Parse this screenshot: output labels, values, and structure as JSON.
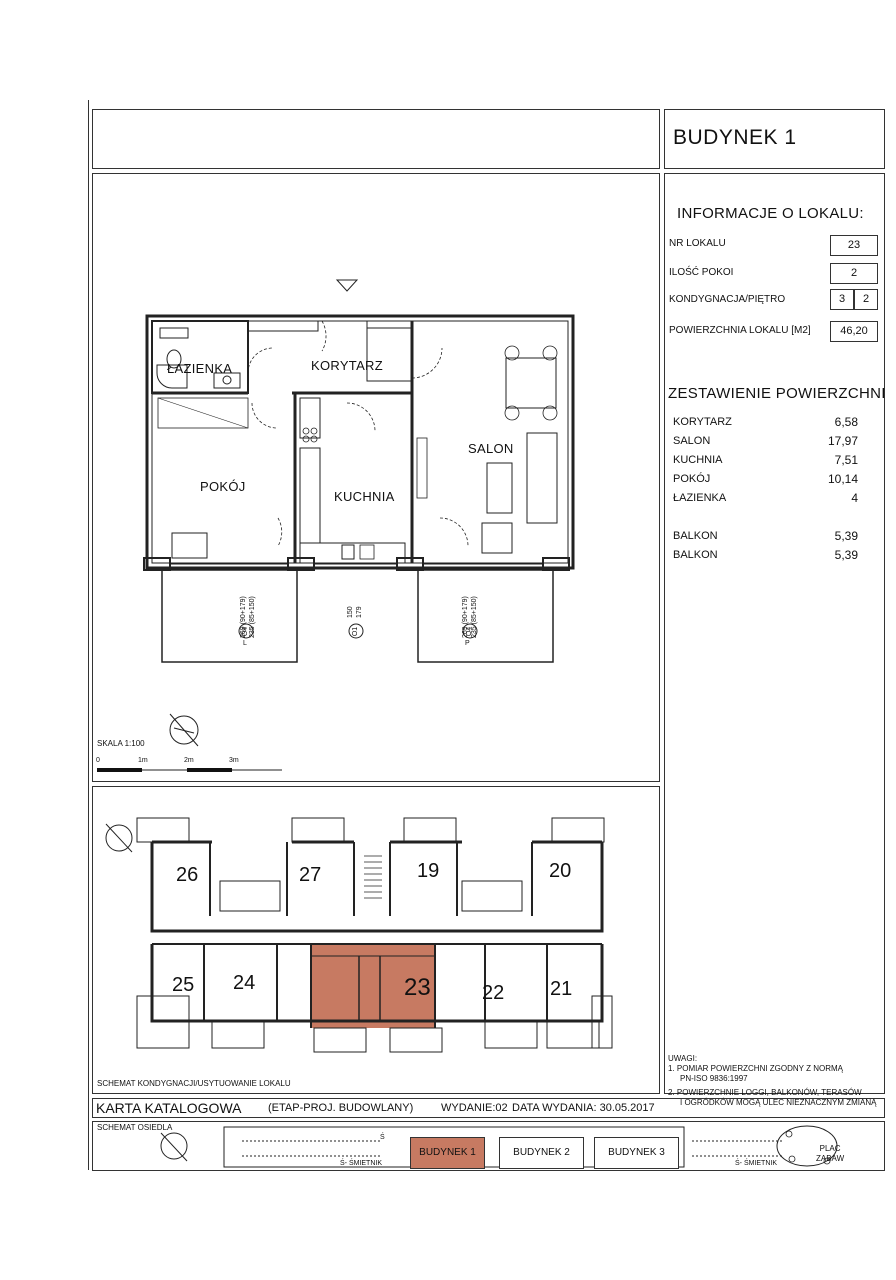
{
  "header": {
    "building": "BUDYNEK 1"
  },
  "info": {
    "heading": "INFORMACJE O LOKALU:",
    "rows": [
      {
        "label": "NR LOKALU",
        "values": [
          "23"
        ]
      },
      {
        "label": "ILOŚĆ POKOI",
        "values": [
          "2"
        ]
      },
      {
        "label": "KONDYGNACJA/PIĘTRO",
        "values": [
          "3",
          "2"
        ]
      },
      {
        "label": "POWIERZCHNIA LOKALU [M2]",
        "values": [
          "46,20"
        ]
      }
    ]
  },
  "summary": {
    "heading": "ZESTAWIENIE POWIERZCHNI",
    "rooms": [
      {
        "name": "KORYTARZ",
        "area": "6,58"
      },
      {
        "name": "SALON",
        "area": "17,97"
      },
      {
        "name": "KUCHNIA",
        "area": "7,51"
      },
      {
        "name": "POKÓJ",
        "area": "10,14"
      },
      {
        "name": "ŁAZIENKA",
        "area": "4"
      }
    ],
    "balconies": [
      {
        "name": "BALKON",
        "area": "5,39"
      },
      {
        "name": "BALKON",
        "area": "5,39"
      }
    ]
  },
  "plan": {
    "rooms": [
      "ŁAZIENKA",
      "KORYTARZ",
      "SALON",
      "POKÓJ",
      "KUCHNIA"
    ],
    "window_codes": [
      "O4",
      "O1",
      "O4"
    ],
    "window_dims": [
      "269 (90+179)\n235 (85+150)",
      "150\n179",
      "269 (90+179)\n235 (85+150)"
    ],
    "window_sides": [
      "L",
      "P"
    ],
    "scale_label": "SKALA 1:100",
    "scale_ticks": [
      "0",
      "1m",
      "2m",
      "3m"
    ]
  },
  "floor_schema": {
    "units_top": [
      "26",
      "27",
      "19",
      "20"
    ],
    "units_bottom": [
      "25",
      "24",
      "23",
      "22",
      "21"
    ],
    "highlight_unit": "23",
    "highlight_color": "#c77a62",
    "caption": "SCHEMAT KONDYGNACJI/USYTUOWANIE LOKALU"
  },
  "notes": {
    "title": "UWAGI:",
    "items": [
      "1. POMIAR POWIERZCHNI ZGODNY Z NORMĄ",
      "PN-ISO 9836:1997",
      "2. POWIERZCHNIE LOGGI, BALKONÓW, TERASÓW",
      "I OGRÓDKÓW MOGĄ ULEC NIEZNACZNYM ZMIANĄ"
    ]
  },
  "footer": {
    "title": "KARTA KATALOGOWA",
    "subtitle": "(ETAP-PROJ. BUDOWLANY)",
    "edition": "WYDANIE:02",
    "date": "DATA WYDANIA: 30.05.2017"
  },
  "site": {
    "caption": "SCHEMAT OSIEDLA",
    "buildings": [
      "BUDYNEK 1",
      "BUDYNEK 2",
      "BUDYNEK 3"
    ],
    "playground": "PLAC\nZABAW",
    "bin_label": "Ś- ŚMIETNIK",
    "bin_label_2": "Ś- ŚMIETNIK",
    "bin_mark": "Ś",
    "highlight_color": "#c77a62"
  }
}
